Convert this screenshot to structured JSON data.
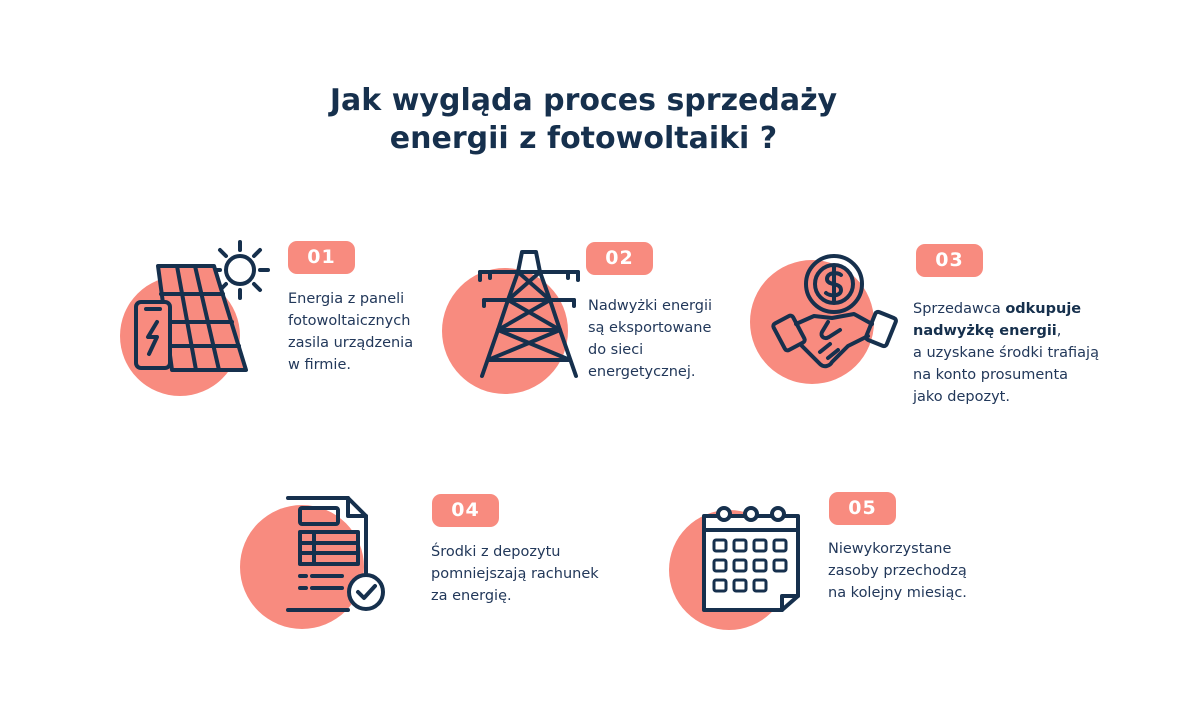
{
  "title": {
    "line1": "Jak wygląda proces sprzedaży",
    "line2": "energii z fotowoltaiki ?"
  },
  "colors": {
    "accent": "#f88b7f",
    "ink": "#16304d",
    "background": "#ffffff"
  },
  "steps": [
    {
      "number": "01",
      "icon": "solar-panel-icon",
      "lines": [
        "Energia z paneli",
        "fotowoltaicznych",
        "zasila urządzenia",
        "w firmie."
      ]
    },
    {
      "number": "02",
      "icon": "power-pylon-icon",
      "lines": [
        "Nadwyżki energii",
        "są eksportowane",
        "do sieci",
        "energetycznej."
      ]
    },
    {
      "number": "03",
      "icon": "handshake-dollar-icon",
      "line1_pre": "Sprzedawca ",
      "line1_bold": "odkupuje",
      "line2_bold": "nadwyżkę energii",
      "line2_post": ",",
      "lines": [
        "a uzyskane środki trafiają",
        "na konto prosumenta",
        "jako depozyt."
      ]
    },
    {
      "number": "04",
      "icon": "invoice-check-icon",
      "lines": [
        "Środki z depozytu",
        "pomniejszają rachunek",
        "za energię."
      ]
    },
    {
      "number": "05",
      "icon": "calendar-icon",
      "lines": [
        "Niewykorzystane",
        "zasoby przechodzą",
        "na kolejny miesiąc."
      ]
    }
  ]
}
